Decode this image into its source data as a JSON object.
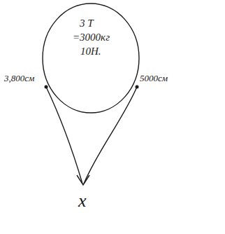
{
  "diagram": {
    "nodes": [
      {
        "text": [
          "3 T",
          "=3000кг",
          "10Н."
        ]
      }
    ],
    "labels": [
      "3,800см",
      "5000см",
      "x"
    ]
  }
}
